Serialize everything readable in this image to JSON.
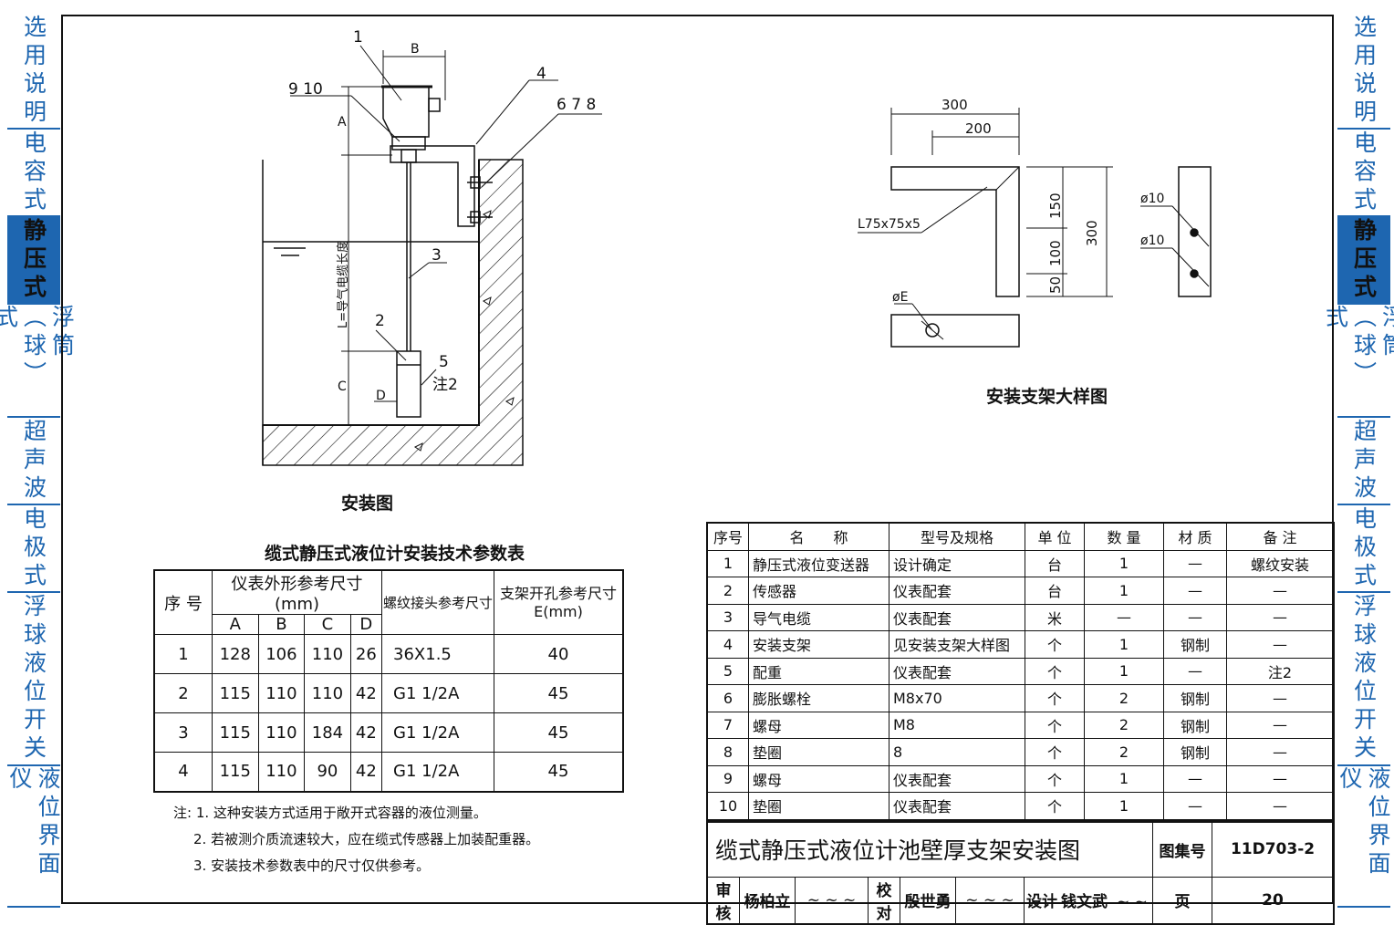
{
  "colors": {
    "tab_blue": "#1e66b0",
    "line": "#111111"
  },
  "left_tabs": [
    {
      "label": "选用说明",
      "active": false
    },
    {
      "label": "电容式",
      "active": false
    },
    {
      "label": "静压式",
      "active": true
    },
    {
      "label": "浮筒（球）式",
      "active": false
    },
    {
      "label": "超声波",
      "active": false
    },
    {
      "label": "电极式",
      "active": false
    },
    {
      "label": "浮球液位开关",
      "active": false
    },
    {
      "label": "液位界面仪",
      "active": false
    }
  ],
  "install_drawing": {
    "caption": "安装图",
    "callouts": {
      "c1": "1",
      "c9_10": "9 10",
      "c4": "4",
      "c6_7_8": "6 7 8",
      "c3": "3",
      "c2": "2",
      "c5": "5",
      "note2": "注2"
    },
    "dims": {
      "A": "A",
      "B": "B",
      "C": "C",
      "D": "D",
      "L": "L=导气电缆长度"
    }
  },
  "bracket_detail": {
    "caption": "安装支架大样图",
    "dims": {
      "d300_top": "300",
      "d200": "200",
      "d150": "150",
      "d300_side": "300",
      "d100": "100",
      "d50": "50",
      "angle": "L75x75x5",
      "phiE": "øE",
      "phi10_a": "ø10",
      "phi10_b": "ø10"
    }
  },
  "param_table": {
    "title": "缆式静压式液位计安装技术参数表",
    "headers": {
      "no": "序 号",
      "dims_group": "仪表外形参考尺寸(mm)",
      "thread": "螺纹接头参考尺寸",
      "hole_line1": "支架开孔参考尺寸",
      "hole_line2": "E(mm)",
      "A": "A",
      "B": "B",
      "C": "C",
      "D": "D"
    },
    "rows": [
      {
        "no": "1",
        "A": "128",
        "B": "106",
        "C": "110",
        "D": "26",
        "thread": "36X1.5",
        "E": "40"
      },
      {
        "no": "2",
        "A": "115",
        "B": "110",
        "C": "110",
        "D": "42",
        "thread": "G1  1/2A",
        "E": "45"
      },
      {
        "no": "3",
        "A": "115",
        "B": "110",
        "C": "184",
        "D": "42",
        "thread": "G1  1/2A",
        "E": "45"
      },
      {
        "no": "4",
        "A": "115",
        "B": "110",
        "C": "90",
        "D": "42",
        "thread": "G1  1/2A",
        "E": "45"
      }
    ]
  },
  "notes": {
    "n1": "注: 1.  这种安装方式适用于敞开式容器的液位测量。",
    "n2": "2.  若被测介质流速较大，应在缆式传感器上加装配重器。",
    "n3": "3.  安装技术参数表中的尺寸仅供参考。"
  },
  "parts_table": {
    "headers": {
      "no": "序号",
      "name": "名　　称",
      "spec": "型号及规格",
      "unit": "单 位",
      "qty": "数 量",
      "material": "材 质",
      "remark": "备 注"
    },
    "rows": [
      {
        "no": "1",
        "name": "静压式液位变送器",
        "spec": "设计确定",
        "unit": "台",
        "qty": "1",
        "material": "—",
        "remark": "螺纹安装"
      },
      {
        "no": "2",
        "name": "传感器",
        "spec": "仪表配套",
        "unit": "台",
        "qty": "1",
        "material": "—",
        "remark": "—"
      },
      {
        "no": "3",
        "name": "导气电缆",
        "spec": "仪表配套",
        "unit": "米",
        "qty": "—",
        "material": "—",
        "remark": "—"
      },
      {
        "no": "4",
        "name": "安装支架",
        "spec": "见安装支架大样图",
        "unit": "个",
        "qty": "1",
        "material": "钢制",
        "remark": "—"
      },
      {
        "no": "5",
        "name": "配重",
        "spec": "仪表配套",
        "unit": "个",
        "qty": "1",
        "material": "—",
        "remark": "注2"
      },
      {
        "no": "6",
        "name": "膨胀螺栓",
        "spec": "M8x70",
        "unit": "个",
        "qty": "2",
        "material": "钢制",
        "remark": "—"
      },
      {
        "no": "7",
        "name": "螺母",
        "spec": "M8",
        "unit": "个",
        "qty": "2",
        "material": "钢制",
        "remark": "—"
      },
      {
        "no": "8",
        "name": "垫圈",
        "spec": "8",
        "unit": "个",
        "qty": "2",
        "material": "钢制",
        "remark": "—"
      },
      {
        "no": "9",
        "name": "螺母",
        "spec": "仪表配套",
        "unit": "个",
        "qty": "1",
        "material": "—",
        "remark": "—"
      },
      {
        "no": "10",
        "name": "垫圈",
        "spec": "仪表配套",
        "unit": "个",
        "qty": "1",
        "material": "—",
        "remark": "—"
      }
    ]
  },
  "title_block": {
    "title": "缆式静压式液位计池壁厚支架安装图",
    "atlas_label": "图集号",
    "atlas_no": "11D703-2",
    "review_label": "审核",
    "reviewer": "杨柏立",
    "check_label": "校对",
    "checker": "殷世勇",
    "design_label": "设计",
    "designer": "钱文武",
    "page_label": "页",
    "page_no": "20"
  }
}
